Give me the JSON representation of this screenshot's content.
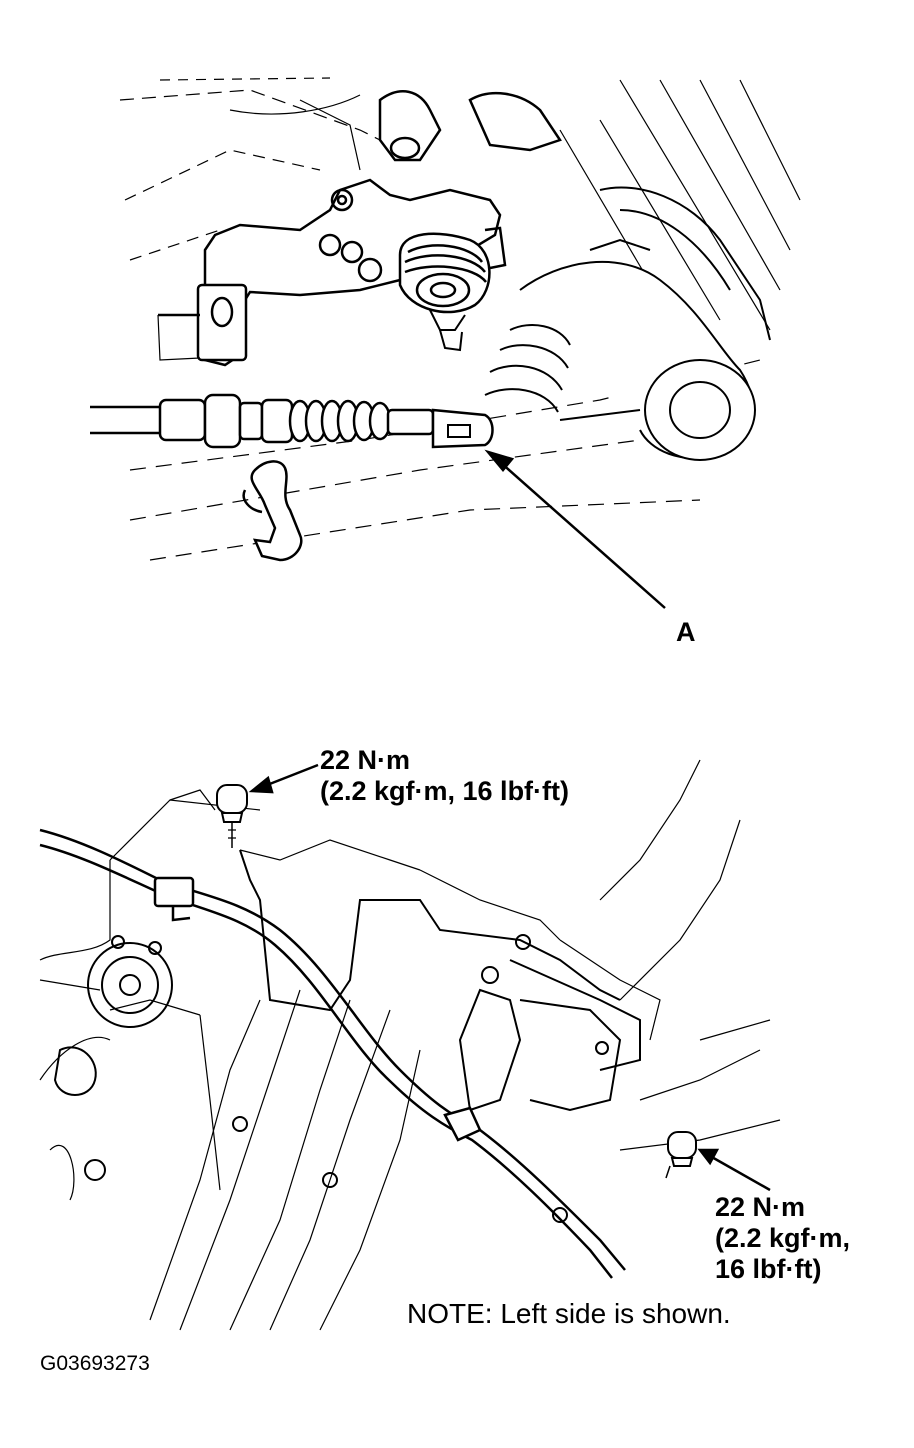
{
  "callouts": {
    "part_a": "A",
    "torque_top": {
      "line1": "22 N·m",
      "line2": "(2.2 kgf·m, 16 lbf·ft)"
    },
    "torque_bottom": {
      "line1": "22 N·m",
      "line2": "(2.2 kgf·m,",
      "line3": "16 lbf·ft)"
    }
  },
  "note": "NOTE: Left side is shown.",
  "figure_code": "G03693273",
  "colors": {
    "ink": "#000000",
    "paper": "#ffffff"
  }
}
